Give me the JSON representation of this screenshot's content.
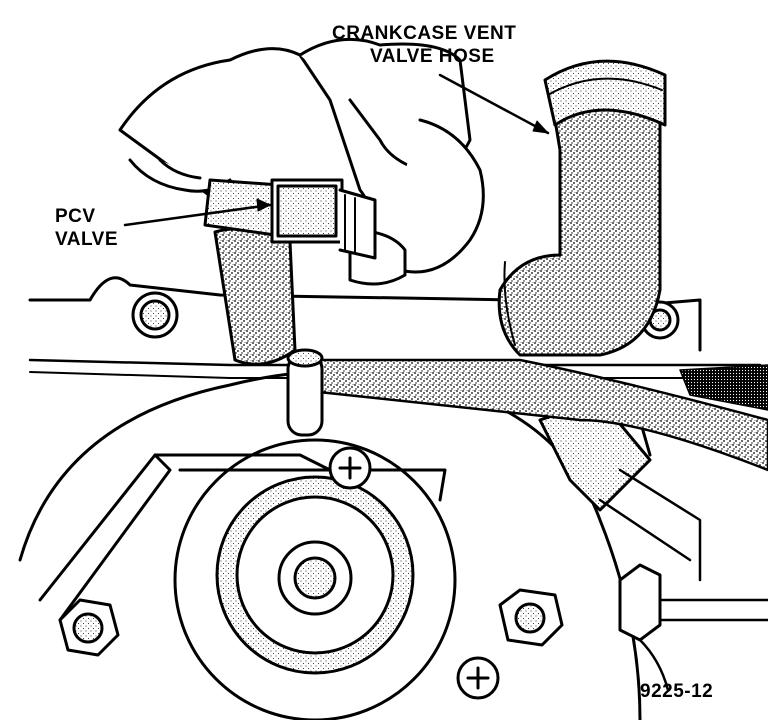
{
  "labels": {
    "crankcase_vent_line1": "CRANKCASE VENT",
    "crankcase_vent_line2": "VALVE HOSE",
    "pcv_line1": "PCV",
    "pcv_line2": "VALVE"
  },
  "figure_number": "9225-12"
}
